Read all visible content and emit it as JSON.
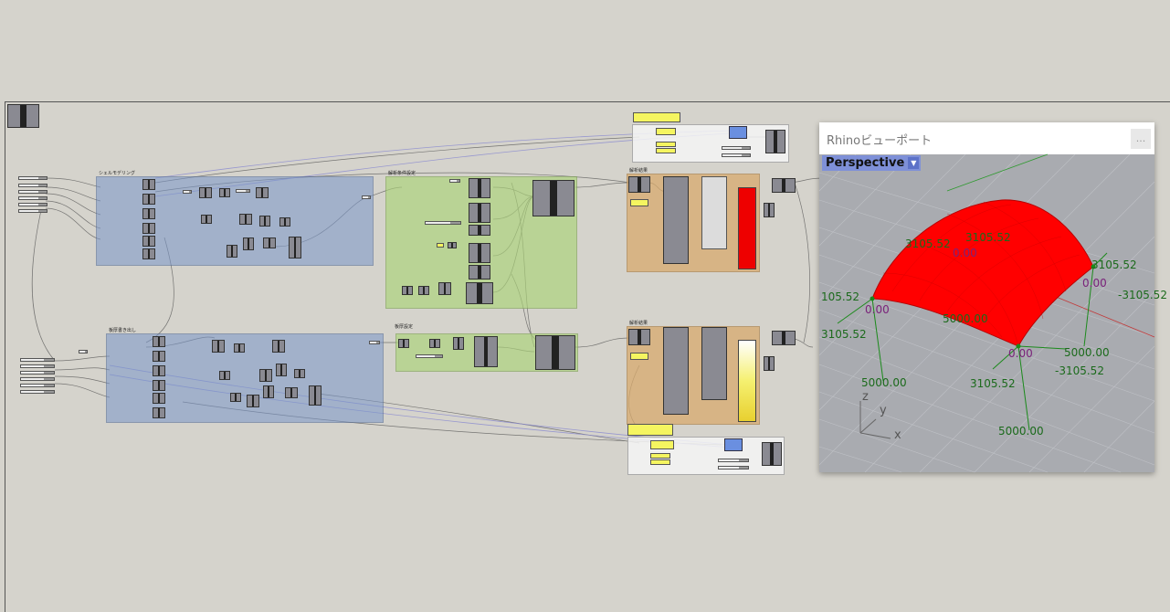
{
  "groups": {
    "shell_modeling": "シェルモデリング",
    "analysis_conditions": "解析条件設定",
    "analysis_result_top": "解析結果",
    "thickness_export": "板厚書き出し",
    "thickness_setting": "板厚設定",
    "analysis_result_bottom": "解析結果"
  },
  "viewport": {
    "title": "Rhinoビューポート",
    "close": "...",
    "view_name": "Perspective",
    "dropdown_icon": "chevron-down-icon",
    "dimensions": {
      "d1": "3105.52",
      "d2": "3105.52",
      "d3": "0.00",
      "d4": "3105.52",
      "d5": "0.00",
      "d6": "-3105.52",
      "d7": "105.52",
      "d8": "0.00",
      "d9": "3105.52",
      "d10": "5000.00",
      "d11": "5000.00",
      "d12": "-3105.52",
      "d13": "5000.00",
      "d14": "0.00",
      "d15": "3105.52",
      "d16": "5000.00"
    },
    "axes": {
      "z": "z",
      "y": "y",
      "x": "x"
    }
  },
  "colors": {
    "shell": "#ff0000",
    "dimension": "#1b6a1b",
    "support": "#7a227a",
    "tab": "#7e90d8"
  }
}
